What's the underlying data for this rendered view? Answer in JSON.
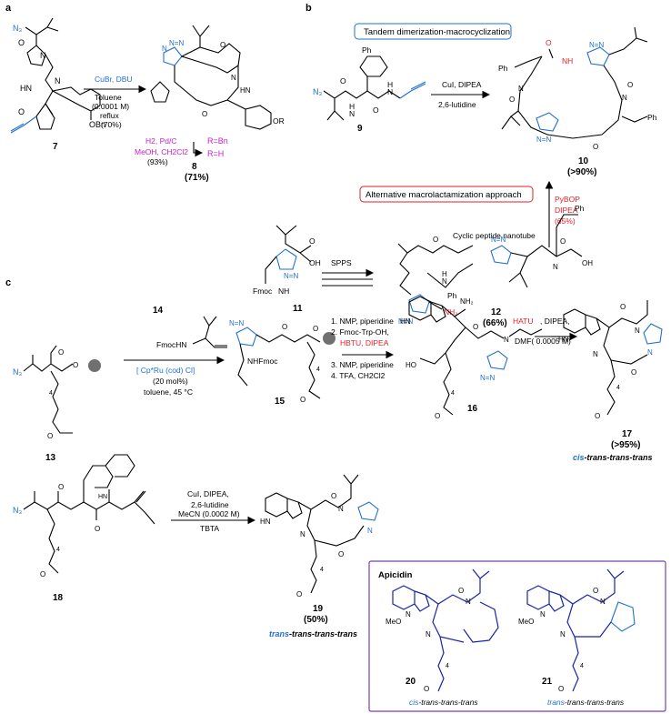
{
  "panels": {
    "a": "a",
    "b": "b",
    "c": "c"
  },
  "section_a": {
    "reagents": [
      "CuBr, DBU",
      "Toluene",
      "(0.0001 M)",
      "reflux",
      "(70%)"
    ],
    "start_compound": "7",
    "start_group": "OBn",
    "product_group": "OR",
    "hydrogenation": [
      "H2, Pd/C",
      "MeOH, CH2Cl2",
      "(93%)"
    ],
    "r_labels": [
      "R=Bn",
      "R=H"
    ],
    "product": {
      "number": "8",
      "yield": "(71%)"
    }
  },
  "section_b": {
    "box_tandem": "Tandem dimerization-macrocyclization",
    "compound_9": "9",
    "reagents_9": [
      "CuI, DIPEA",
      "2,6-lutidine"
    ],
    "compound_10": {
      "number": "10",
      "yield": "(>90%)"
    },
    "box_alternative": "Alternative macrolactamization approach",
    "compound_11": "11",
    "fmoc_label": "Fmoc",
    "spps": "SPPS",
    "nanotube": "Cyclic peptide nanotube",
    "pybop": [
      "PyBOP",
      "DIPEA",
      "(65%)"
    ],
    "compound_12": {
      "number": "12",
      "yield": "(66%)"
    }
  },
  "section_c": {
    "compound_13": "13",
    "compound_14": "14",
    "fmochn": "FmocHN",
    "ru_cat": "[ Cp*Ru (cod) Cl]",
    "ru_conditions": [
      "(20 mol%)",
      "toluene, 45 °C"
    ],
    "compound_15": "15",
    "nhfmoc": "NHFmoc",
    "steps": [
      "1. NMP, piperidine",
      "2. Fmoc-Trp-OH,",
      "HBTU, DIPEA",
      "3. NMP, piperidine",
      "4. TFA, CH2Cl2"
    ],
    "compound_16": "16",
    "hatu": [
      "HATU, DIPEA,",
      "DMF( 0.0005 M)"
    ],
    "compound_17": {
      "number": "17",
      "yield": "(>95%)",
      "config": "cis-trans-trans-trans"
    },
    "compound_18": "18",
    "cui": [
      "CuI, DIPEA,",
      "2,6-lutidine",
      "MeCN (0.0002 M)",
      "TBTA"
    ],
    "compound_19": {
      "number": "19",
      "yield": "(50%)",
      "config": "trans-trans-trans-trans"
    },
    "apicidin": {
      "title": "Apicidin",
      "c20": {
        "number": "20",
        "config": "cis-trans-trans-trans"
      },
      "c21": {
        "number": "21",
        "config": "trans-trans-trans-trans"
      }
    }
  },
  "colors": {
    "blue": "#1f6fd1",
    "red": "#e0202a",
    "magenta": "#c622c6",
    "purple_box": "#7a3fb0"
  }
}
